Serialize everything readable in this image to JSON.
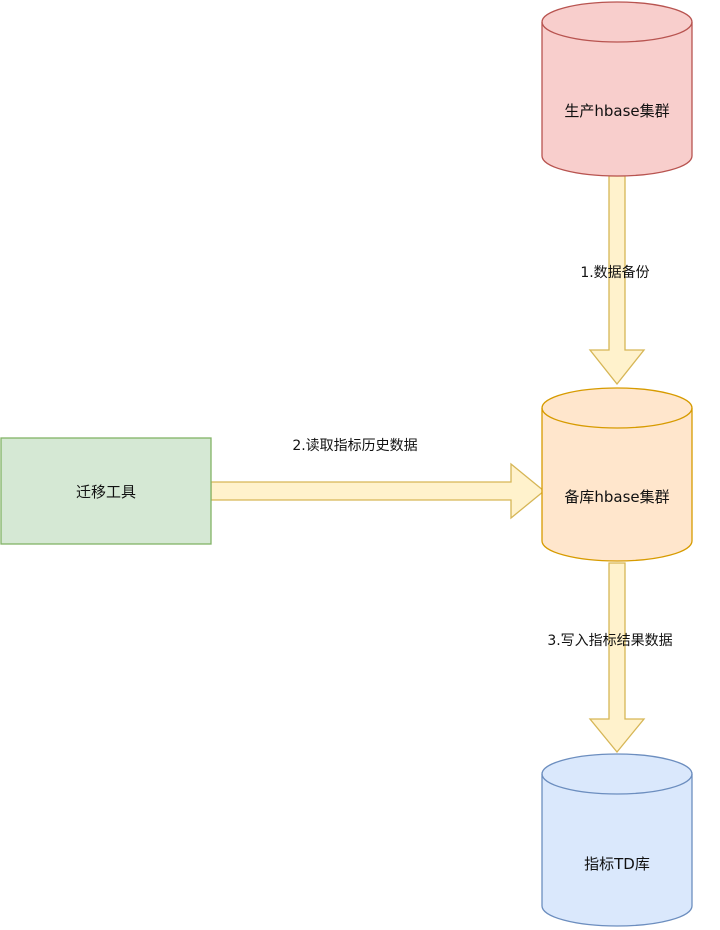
{
  "colors": {
    "red_fill": "#f8cecc",
    "red_stroke": "#b85450",
    "orange_fill": "#ffe6cc",
    "orange_stroke": "#d79b00",
    "blue_fill": "#dae8fc",
    "blue_stroke": "#6c8ebf",
    "green_fill": "#d5e8d4",
    "green_stroke": "#82b366",
    "arrow_fill": "#fff2cc",
    "arrow_stroke": "#d6b656"
  },
  "nodes": {
    "production_cluster": "生产hbase集群",
    "backup_cluster": "备库hbase集群",
    "indicator_db": "指标TD库",
    "migration_tool": "迁移工具"
  },
  "edges": {
    "backup": "1.数据备份",
    "read_history": "2.读取指标历史数据",
    "write_results": "3.写入指标结果数据"
  }
}
